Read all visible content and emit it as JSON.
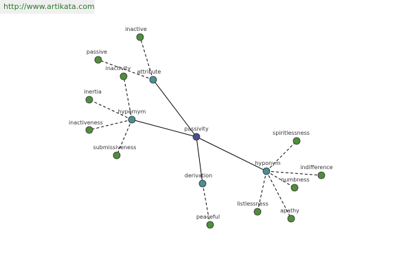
{
  "header": {
    "url": "http://www.artikata.com"
  },
  "colors": {
    "center": "#4a4f8f",
    "relation": "#4a8f94",
    "word": "#4f8f3a",
    "edge": "#000000"
  },
  "nodes": [
    {
      "id": "passivity",
      "label": "passivity",
      "kind": "center"
    },
    {
      "id": "attribute",
      "label": "attribute",
      "kind": "relation"
    },
    {
      "id": "hypernym",
      "label": "hypernym",
      "kind": "relation"
    },
    {
      "id": "derivation",
      "label": "derivation",
      "kind": "relation"
    },
    {
      "id": "hyponym",
      "label": "hyponym",
      "kind": "relation"
    },
    {
      "id": "inactive",
      "label": "inactive",
      "kind": "word"
    },
    {
      "id": "passive",
      "label": "passive",
      "kind": "word"
    },
    {
      "id": "inactivity",
      "label": "inactivity",
      "kind": "word"
    },
    {
      "id": "inertia",
      "label": "inertia",
      "kind": "word"
    },
    {
      "id": "inactiveness",
      "label": "inactiveness",
      "kind": "word"
    },
    {
      "id": "submissiveness",
      "label": "submissiveness",
      "kind": "word"
    },
    {
      "id": "peaceful",
      "label": "peaceful",
      "kind": "word"
    },
    {
      "id": "spiritlessness",
      "label": "spiritlessness",
      "kind": "word"
    },
    {
      "id": "indifference",
      "label": "indifference",
      "kind": "word"
    },
    {
      "id": "numbness",
      "label": "numbness",
      "kind": "word"
    },
    {
      "id": "listlessness",
      "label": "listlessness",
      "kind": "word"
    },
    {
      "id": "apathy",
      "label": "apathy",
      "kind": "word"
    }
  ],
  "edges": [
    {
      "from": "passivity",
      "to": "attribute",
      "style": "solid"
    },
    {
      "from": "passivity",
      "to": "hypernym",
      "style": "solid"
    },
    {
      "from": "passivity",
      "to": "derivation",
      "style": "solid"
    },
    {
      "from": "passivity",
      "to": "hyponym",
      "style": "solid"
    },
    {
      "from": "attribute",
      "to": "inactive",
      "style": "dashed"
    },
    {
      "from": "attribute",
      "to": "passive",
      "style": "dashed"
    },
    {
      "from": "hypernym",
      "to": "inactivity",
      "style": "dashed"
    },
    {
      "from": "hypernym",
      "to": "inertia",
      "style": "dashed"
    },
    {
      "from": "hypernym",
      "to": "inactiveness",
      "style": "dashed"
    },
    {
      "from": "hypernym",
      "to": "submissiveness",
      "style": "dashed"
    },
    {
      "from": "derivation",
      "to": "peaceful",
      "style": "dashed"
    },
    {
      "from": "hyponym",
      "to": "spiritlessness",
      "style": "dashed"
    },
    {
      "from": "hyponym",
      "to": "indifference",
      "style": "dashed"
    },
    {
      "from": "hyponym",
      "to": "numbness",
      "style": "dashed"
    },
    {
      "from": "hyponym",
      "to": "listlessness",
      "style": "dashed"
    },
    {
      "from": "hyponym",
      "to": "apathy",
      "style": "dashed"
    }
  ]
}
